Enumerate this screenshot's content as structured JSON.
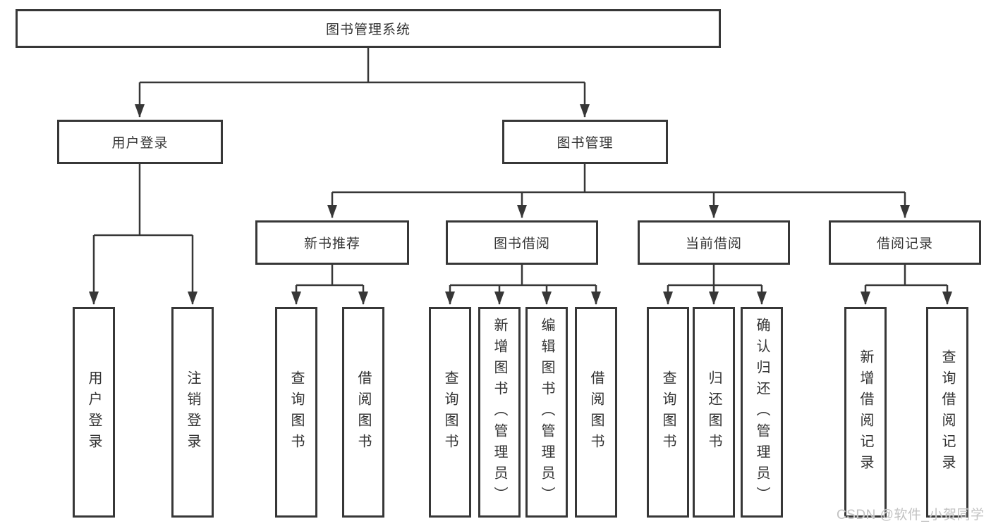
{
  "tree": {
    "root": "图书管理系统",
    "user": {
      "label": "用户登录",
      "children": [
        "用户登录",
        "注销登录"
      ]
    },
    "book": {
      "label": "图书管理",
      "groups": [
        {
          "label": "新书推荐",
          "children": [
            "查询图书",
            "借阅图书"
          ]
        },
        {
          "label": "图书借阅",
          "children": [
            "查询图书",
            "新增图书（管理员）",
            "编辑图书（管理员）",
            "借阅图书"
          ]
        },
        {
          "label": "当前借阅",
          "children": [
            "查询图书",
            "归还图书",
            "确认归还（管理员）"
          ]
        },
        {
          "label": "借阅记录",
          "children": [
            "新增借阅记录",
            "查询借阅记录"
          ]
        }
      ]
    }
  },
  "watermark": "CSDN @软件_小贺同学",
  "colors": {
    "line": "#373737",
    "box_border": "#373737",
    "box_fill": "#ffffff",
    "text": "#333333",
    "watermark": "#c2c2c2",
    "background": "#ffffff"
  }
}
